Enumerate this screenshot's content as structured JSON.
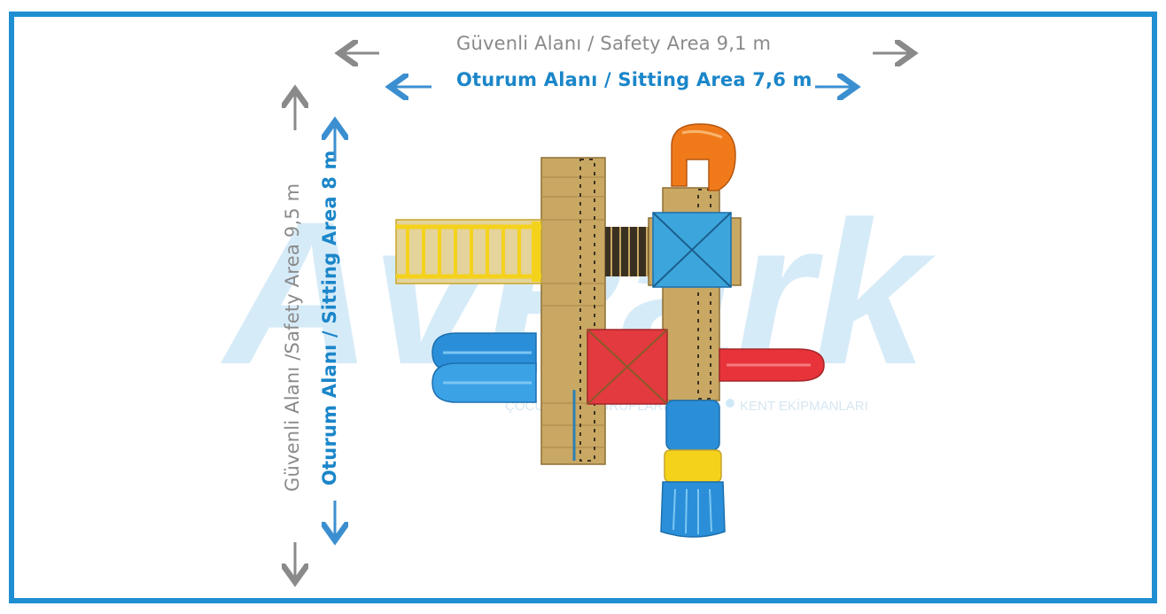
{
  "labels": {
    "safety_width": "Güvenli Alanı / Safety Area 9,1 m",
    "sitting_width": "Oturum Alanı / Sitting Area 7,6 m",
    "safety_depth": "Güvenli Alanı /Safety Area 9,5 m",
    "sitting_depth": "Oturum Alanı / Sitting Area 8 m"
  },
  "watermark": {
    "brand": "AvPark",
    "tagline_left": "ÇOCUK OYUN GRUPLARI",
    "tagline_right": "KENT EKİPMANLARI"
  },
  "colors": {
    "frame": "#1f8fd2",
    "safety_text": "#8a8a8a",
    "sitting_text": "#1b86c9",
    "watermark": "#cfe8f7",
    "wood": "#c9a864",
    "roof_blue": "#3ca6dc",
    "roof_red": "#e23a3e",
    "slide_blue": "#2a8fd8",
    "slide_red": "#e8333a",
    "slide_orange": "#f07a1a",
    "yellow": "#f4d21c"
  }
}
